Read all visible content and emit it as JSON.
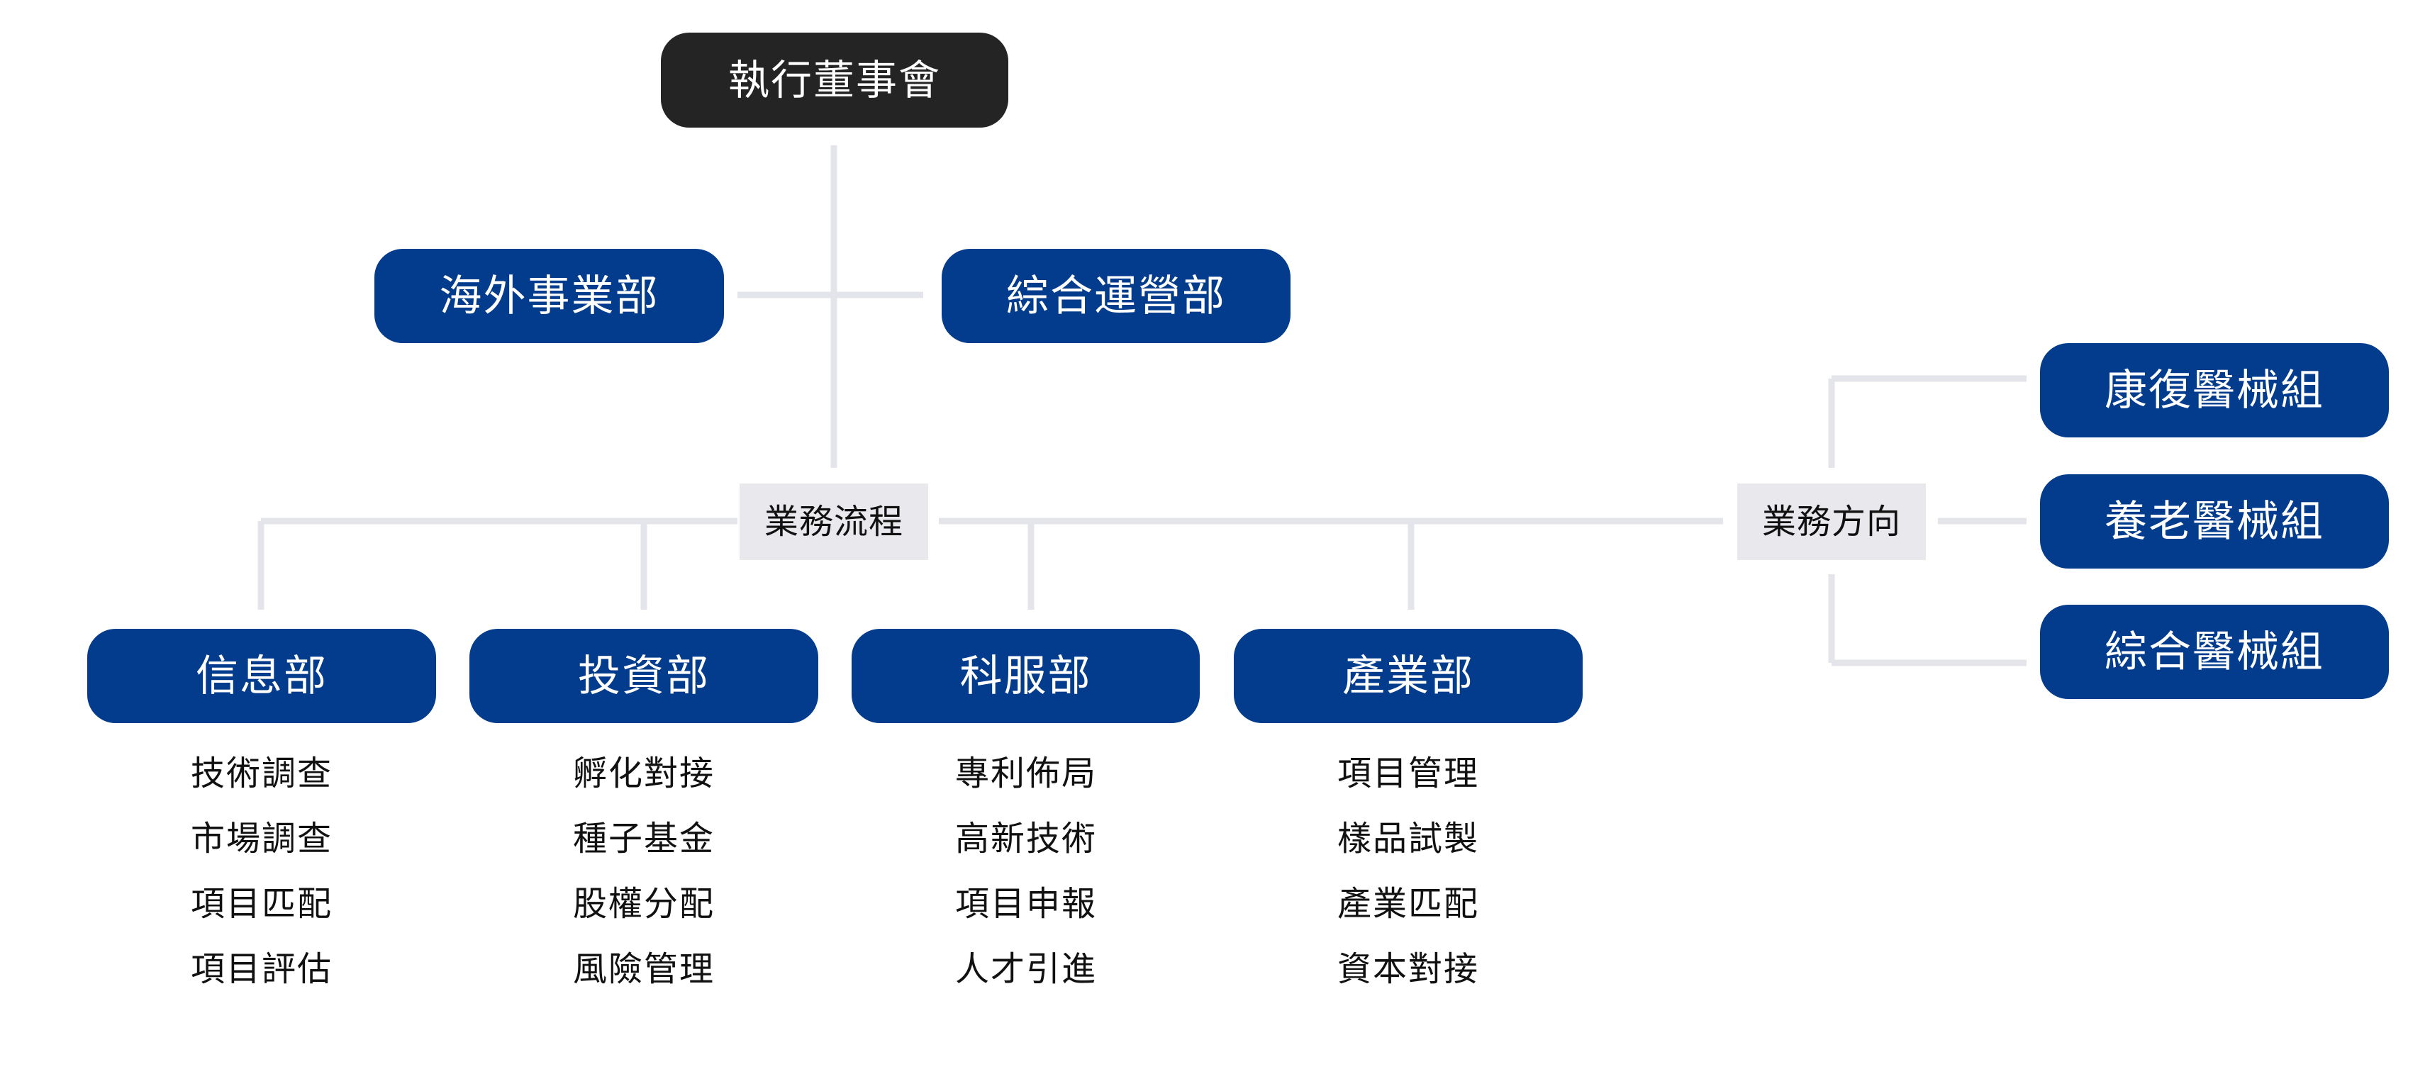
{
  "executive": "執行董事會",
  "side_departments": {
    "left": "海外事業部",
    "right": "綜合運營部"
  },
  "business_process": {
    "label": "業務流程",
    "departments": [
      {
        "name": "信息部",
        "items": [
          "技術調查",
          "市場調查",
          "項目匹配",
          "項目評估"
        ]
      },
      {
        "name": "投資部",
        "items": [
          "孵化對接",
          "種子基金",
          "股權分配",
          "風險管理"
        ]
      },
      {
        "name": "科服部",
        "items": [
          "專利佈局",
          "高新技術",
          "項目申報",
          "人才引進"
        ]
      },
      {
        "name": "產業部",
        "items": [
          "項目管理",
          "樣品試製",
          "產業匹配",
          "資本對接"
        ]
      }
    ]
  },
  "business_direction": {
    "label": "業務方向",
    "groups": [
      "康復醫械組",
      "養老醫械組",
      "綜合醫械組"
    ]
  },
  "colors": {
    "executive_box": "#242424",
    "department_box": "#033b8d",
    "label_box": "#e8e8ed",
    "connector": "#e4e5ea"
  }
}
